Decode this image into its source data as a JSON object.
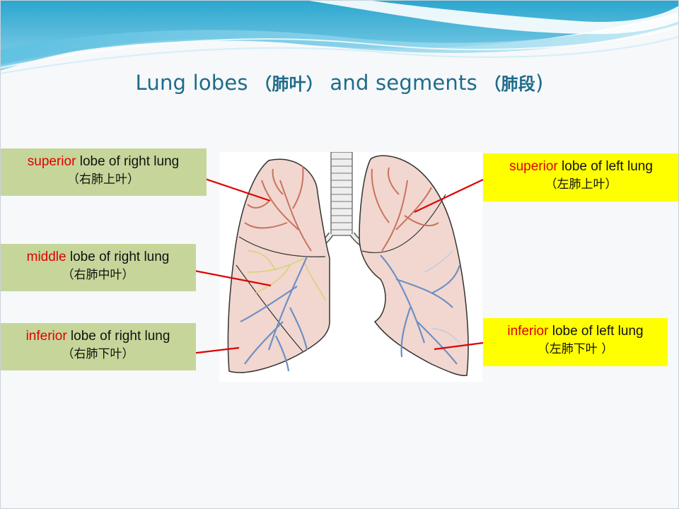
{
  "slide": {
    "title_en_1": "Lung lobes",
    "title_zh_1": "（肺叶）",
    "title_en_2": "and segments",
    "title_zh_2": "（肺段",
    "title_close": ")"
  },
  "labels": {
    "right_superior": {
      "key": "superior",
      "rest": " lobe of right lung",
      "zh": "（右肺上叶）"
    },
    "right_middle": {
      "key": "middle",
      "rest": " lobe of right lung",
      "zh": "（右肺中叶）"
    },
    "right_inferior": {
      "key": "inferior",
      "rest": " lobe of right lung",
      "zh": "（右肺下叶）"
    },
    "left_superior": {
      "key": "superior",
      "rest": " lobe of left lung",
      "zh": "（左肺上叶）"
    },
    "left_inferior": {
      "key": "inferior",
      "rest": " lobe of left lung",
      "zh": "（左肺下叶 ）"
    }
  },
  "colors": {
    "title": "#1f6b8a",
    "label_green": "#c6d69a",
    "label_yellow": "#ffff00",
    "keyword_red": "#e00000",
    "leader_line": "#e00000",
    "lung_fill": "#f1d7cf",
    "upper_vessels": "#c9735f",
    "middle_vessels": "#d7d27a",
    "lower_vessels": "#6f8fc4"
  }
}
